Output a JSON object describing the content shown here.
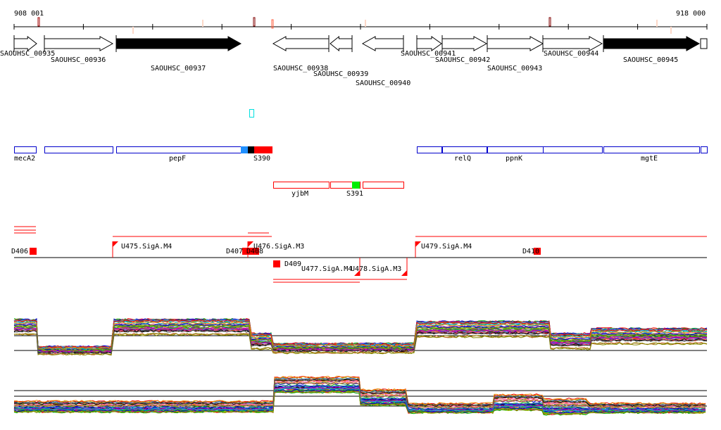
{
  "ruler": {
    "start_label": "908 001",
    "end_label": "918 000"
  },
  "genes": [
    {
      "name": "SAOUHSC_00935",
      "start": 20,
      "end": 52,
      "strand": "+",
      "fill": "white"
    },
    {
      "name": "SAOUHSC_00936",
      "start": 63,
      "end": 160,
      "strand": "+",
      "fill": "white"
    },
    {
      "name": "SAOUHSC_00937",
      "start": 165,
      "end": 342,
      "strand": "+",
      "fill": "black"
    },
    {
      "name": "SAOUHSC_00938",
      "start": 388,
      "end": 467,
      "strand": "-",
      "fill": "white"
    },
    {
      "name": "SAOUHSC_00939",
      "start": 469,
      "end": 500,
      "strand": "-",
      "fill": "white"
    },
    {
      "name": "SAOUHSC_00940",
      "start": 515,
      "end": 573,
      "strand": "-",
      "fill": "white"
    },
    {
      "name": "SAOUHSC_00941",
      "start": 592,
      "end": 627,
      "strand": "+",
      "fill": "white"
    },
    {
      "name": "SAOUHSC_00942",
      "start": 628,
      "end": 691,
      "strand": "+",
      "fill": "white"
    },
    {
      "name": "SAOUHSC_00943",
      "start": 692,
      "end": 771,
      "strand": "+",
      "fill": "white"
    },
    {
      "name": "SAOUHSC_00944",
      "start": 771,
      "end": 855,
      "strand": "+",
      "fill": "white"
    },
    {
      "name": "SAOUHSC_00945",
      "start": 857,
      "end": 993,
      "strand": "+",
      "fill": "black"
    }
  ],
  "annotations_plus": [
    "mecA2",
    "pepF",
    "S390",
    "relQ",
    "ppnK",
    "mgtE"
  ],
  "annotations_minus": [
    "yjbM",
    "S391"
  ],
  "promoters": {
    "D406": "D406",
    "U475": "U475.SigA.M4",
    "D407": "D407",
    "D408": "D408",
    "U476": "U476.SigA.M3",
    "D409": "D409",
    "U477": "U477.SigA.M4",
    "U478": "U478.SigA.M3",
    "U479": "U479.SigA.M4",
    "D410": "D410"
  },
  "colors": {
    "red": "#ff0000",
    "blue": "#0000cc",
    "green": "#00ee00",
    "cyan": "#00e0e0"
  }
}
